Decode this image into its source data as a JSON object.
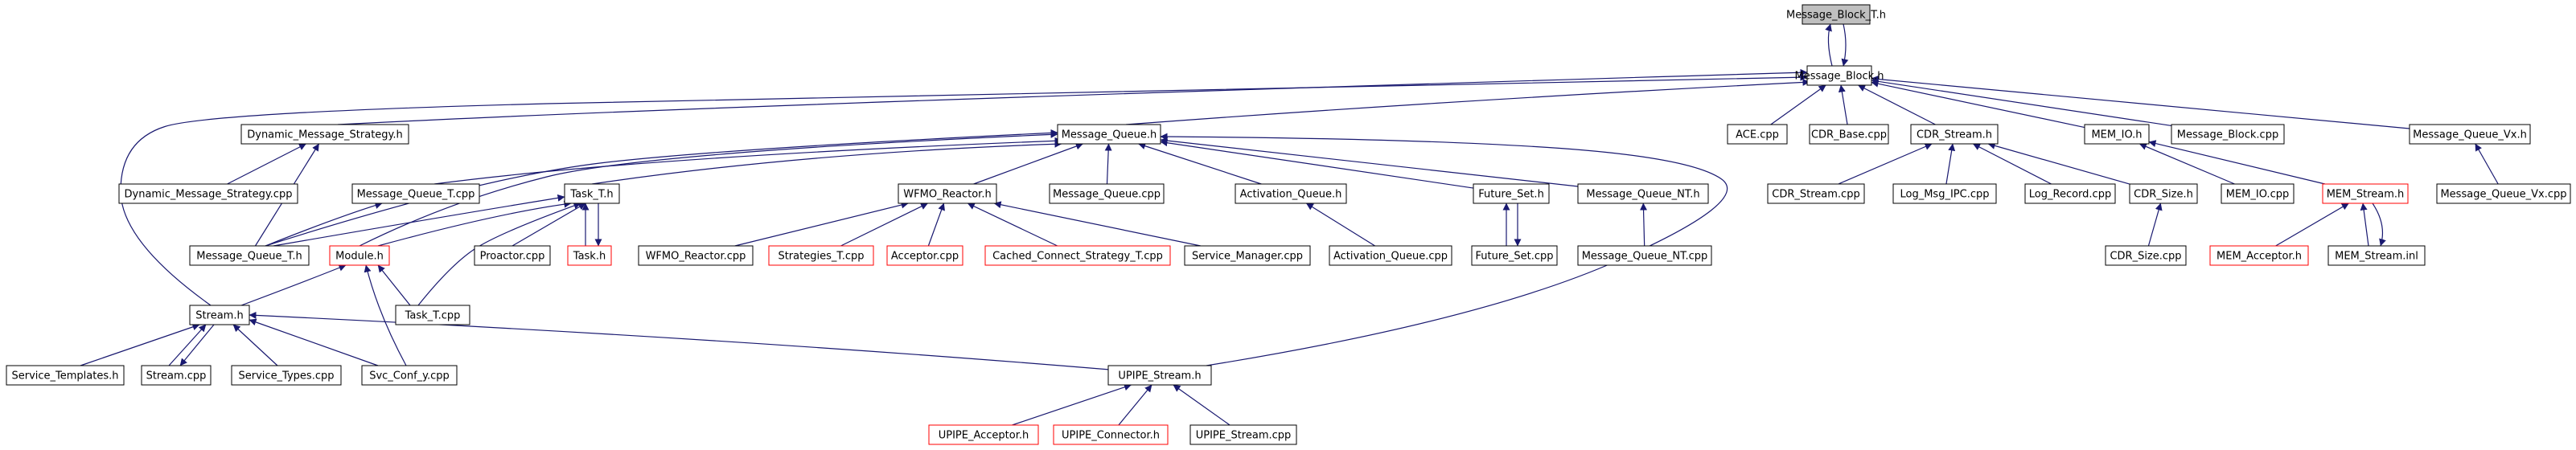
{
  "colors": {
    "edge": "#191970",
    "node_border": "#000000",
    "node_border_missing": "#ff0000",
    "root_fill": "#bfbfbf",
    "background": "#ffffff"
  },
  "graph": {
    "root": "Message_Block_T.h",
    "nodes": {
      "message_block_t_h": {
        "label": "Message_Block_T.h",
        "style": "root"
      },
      "message_block_h": {
        "label": "Message_Block.h",
        "style": "normal"
      },
      "dynamic_message_strategy_h": {
        "label": "Dynamic_Message_Strategy.h",
        "style": "normal"
      },
      "message_queue_h": {
        "label": "Message_Queue.h",
        "style": "normal"
      },
      "ace_cpp": {
        "label": "ACE.cpp",
        "style": "normal"
      },
      "cdr_base_cpp": {
        "label": "CDR_Base.cpp",
        "style": "normal"
      },
      "cdr_stream_h": {
        "label": "CDR_Stream.h",
        "style": "normal"
      },
      "mem_io_h": {
        "label": "MEM_IO.h",
        "style": "normal"
      },
      "message_block_cpp": {
        "label": "Message_Block.cpp",
        "style": "normal"
      },
      "message_queue_vx_h": {
        "label": "Message_Queue_Vx.h",
        "style": "normal"
      },
      "dynamic_message_strategy_cpp": {
        "label": "Dynamic_Message_Strategy.cpp",
        "style": "normal"
      },
      "message_queue_t_cpp": {
        "label": "Message_Queue_T.cpp",
        "style": "normal"
      },
      "task_t_h": {
        "label": "Task_T.h",
        "style": "normal"
      },
      "wfmo_reactor_h": {
        "label": "WFMO_Reactor.h",
        "style": "normal"
      },
      "message_queue_cpp": {
        "label": "Message_Queue.cpp",
        "style": "normal"
      },
      "activation_queue_h": {
        "label": "Activation_Queue.h",
        "style": "normal"
      },
      "future_set_h": {
        "label": "Future_Set.h",
        "style": "normal"
      },
      "message_queue_nt_h": {
        "label": "Message_Queue_NT.h",
        "style": "normal"
      },
      "cdr_stream_cpp": {
        "label": "CDR_Stream.cpp",
        "style": "normal"
      },
      "log_msg_ipc_cpp": {
        "label": "Log_Msg_IPC.cpp",
        "style": "normal"
      },
      "log_record_cpp": {
        "label": "Log_Record.cpp",
        "style": "normal"
      },
      "cdr_size_h": {
        "label": "CDR_Size.h",
        "style": "normal"
      },
      "mem_io_cpp": {
        "label": "MEM_IO.cpp",
        "style": "normal"
      },
      "mem_stream_h": {
        "label": "MEM_Stream.h",
        "style": "missing"
      },
      "message_queue_vx_cpp": {
        "label": "Message_Queue_Vx.cpp",
        "style": "normal"
      },
      "message_queue_t_h": {
        "label": "Message_Queue_T.h",
        "style": "normal"
      },
      "module_h": {
        "label": "Module.h",
        "style": "missing"
      },
      "proactor_cpp": {
        "label": "Proactor.cpp",
        "style": "normal"
      },
      "task_h": {
        "label": "Task.h",
        "style": "missing"
      },
      "wfmo_reactor_cpp": {
        "label": "WFMO_Reactor.cpp",
        "style": "normal"
      },
      "strategies_t_cpp": {
        "label": "Strategies_T.cpp",
        "style": "missing"
      },
      "acceptor_cpp": {
        "label": "Acceptor.cpp",
        "style": "missing"
      },
      "cached_connect_strategy_t_cpp": {
        "label": "Cached_Connect_Strategy_T.cpp",
        "style": "missing"
      },
      "service_manager_cpp": {
        "label": "Service_Manager.cpp",
        "style": "normal"
      },
      "activation_queue_cpp": {
        "label": "Activation_Queue.cpp",
        "style": "normal"
      },
      "future_set_cpp": {
        "label": "Future_Set.cpp",
        "style": "normal"
      },
      "message_queue_nt_cpp": {
        "label": "Message_Queue_NT.cpp",
        "style": "normal"
      },
      "cdr_size_cpp": {
        "label": "CDR_Size.cpp",
        "style": "normal"
      },
      "mem_acceptor_h": {
        "label": "MEM_Acceptor.h",
        "style": "missing"
      },
      "mem_stream_inl": {
        "label": "MEM_Stream.inl",
        "style": "normal"
      },
      "task_t_cpp": {
        "label": "Task_T.cpp",
        "style": "normal"
      },
      "stream_h": {
        "label": "Stream.h",
        "style": "normal"
      },
      "service_templates_h": {
        "label": "Service_Templates.h",
        "style": "normal"
      },
      "stream_cpp": {
        "label": "Stream.cpp",
        "style": "normal"
      },
      "service_types_cpp": {
        "label": "Service_Types.cpp",
        "style": "normal"
      },
      "svc_conf_y_cpp": {
        "label": "Svc_Conf_y.cpp",
        "style": "normal"
      },
      "upipe_stream_h": {
        "label": "UPIPE_Stream.h",
        "style": "normal"
      },
      "upipe_acceptor_h": {
        "label": "UPIPE_Acceptor.h",
        "style": "missing"
      },
      "upipe_connector_h": {
        "label": "UPIPE_Connector.h",
        "style": "missing"
      },
      "upipe_stream_cpp": {
        "label": "UPIPE_Stream.cpp",
        "style": "normal"
      }
    },
    "edges": [
      [
        "message_block_h",
        "message_block_t_h"
      ],
      [
        "message_block_t_h",
        "message_block_h"
      ],
      [
        "dynamic_message_strategy_h",
        "message_block_h"
      ],
      [
        "message_queue_h",
        "message_block_h"
      ],
      [
        "ace_cpp",
        "message_block_h"
      ],
      [
        "cdr_base_cpp",
        "message_block_h"
      ],
      [
        "cdr_stream_h",
        "message_block_h"
      ],
      [
        "mem_io_h",
        "message_block_h"
      ],
      [
        "message_block_cpp",
        "message_block_h"
      ],
      [
        "message_queue_vx_h",
        "message_block_h"
      ],
      [
        "stream_h",
        "message_block_h"
      ],
      [
        "dynamic_message_strategy_cpp",
        "dynamic_message_strategy_h"
      ],
      [
        "message_queue_t_h",
        "dynamic_message_strategy_h"
      ],
      [
        "message_queue_t_cpp",
        "message_queue_h"
      ],
      [
        "task_t_h",
        "message_queue_h"
      ],
      [
        "wfmo_reactor_h",
        "message_queue_h"
      ],
      [
        "message_queue_cpp",
        "message_queue_h"
      ],
      [
        "activation_queue_h",
        "message_queue_h"
      ],
      [
        "future_set_h",
        "message_queue_h"
      ],
      [
        "message_queue_nt_h",
        "message_queue_h"
      ],
      [
        "message_queue_t_h",
        "message_queue_h"
      ],
      [
        "module_h",
        "message_queue_h"
      ],
      [
        "upipe_stream_h",
        "message_queue_h"
      ],
      [
        "cdr_stream_cpp",
        "cdr_stream_h"
      ],
      [
        "log_msg_ipc_cpp",
        "cdr_stream_h"
      ],
      [
        "log_record_cpp",
        "cdr_stream_h"
      ],
      [
        "cdr_size_h",
        "cdr_stream_h"
      ],
      [
        "mem_io_cpp",
        "mem_io_h"
      ],
      [
        "mem_stream_h",
        "mem_io_h"
      ],
      [
        "message_queue_vx_cpp",
        "message_queue_vx_h"
      ],
      [
        "message_queue_t_h",
        "message_queue_t_cpp"
      ],
      [
        "message_queue_t_h",
        "task_t_h"
      ],
      [
        "module_h",
        "task_t_h"
      ],
      [
        "proactor_cpp",
        "task_t_h"
      ],
      [
        "task_h",
        "task_t_h"
      ],
      [
        "task_t_h",
        "task_h"
      ],
      [
        "task_t_cpp",
        "task_t_h"
      ],
      [
        "wfmo_reactor_cpp",
        "wfmo_reactor_h"
      ],
      [
        "strategies_t_cpp",
        "wfmo_reactor_h"
      ],
      [
        "acceptor_cpp",
        "wfmo_reactor_h"
      ],
      [
        "cached_connect_strategy_t_cpp",
        "wfmo_reactor_h"
      ],
      [
        "service_manager_cpp",
        "wfmo_reactor_h"
      ],
      [
        "activation_queue_cpp",
        "activation_queue_h"
      ],
      [
        "future_set_cpp",
        "future_set_h"
      ],
      [
        "future_set_h",
        "future_set_cpp"
      ],
      [
        "message_queue_nt_cpp",
        "message_queue_nt_h"
      ],
      [
        "cdr_size_cpp",
        "cdr_size_h"
      ],
      [
        "mem_acceptor_h",
        "mem_stream_h"
      ],
      [
        "mem_stream_inl",
        "mem_stream_h"
      ],
      [
        "mem_stream_h",
        "mem_stream_inl"
      ],
      [
        "stream_h",
        "module_h"
      ],
      [
        "task_t_cpp",
        "module_h"
      ],
      [
        "svc_conf_y_cpp",
        "module_h"
      ],
      [
        "service_templates_h",
        "stream_h"
      ],
      [
        "stream_cpp",
        "stream_h"
      ],
      [
        "stream_h",
        "stream_cpp"
      ],
      [
        "service_types_cpp",
        "stream_h"
      ],
      [
        "svc_conf_y_cpp",
        "stream_h"
      ],
      [
        "upipe_stream_h",
        "stream_h"
      ],
      [
        "upipe_acceptor_h",
        "upipe_stream_h"
      ],
      [
        "upipe_connector_h",
        "upipe_stream_h"
      ],
      [
        "upipe_stream_cpp",
        "upipe_stream_h"
      ]
    ]
  }
}
